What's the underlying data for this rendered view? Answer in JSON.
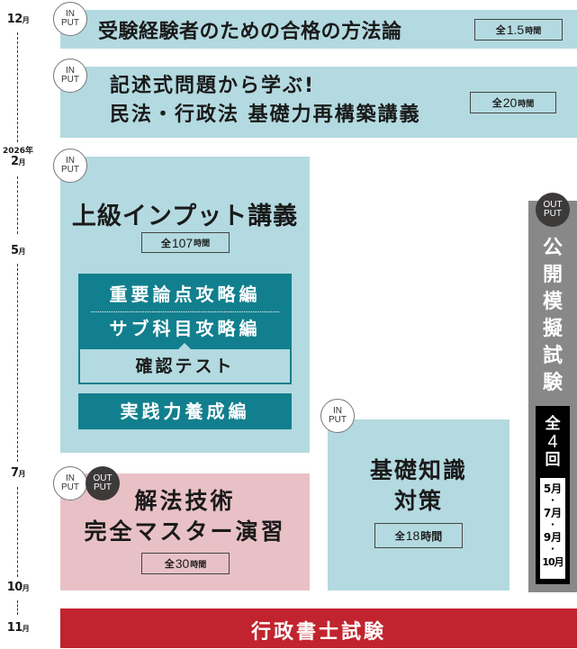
{
  "timeline": {
    "months": [
      {
        "label": "12",
        "unit": "月",
        "year": null
      },
      {
        "label": "2",
        "unit": "月",
        "year": "2026年"
      },
      {
        "label": "5",
        "unit": "月",
        "year": null
      },
      {
        "label": "7",
        "unit": "月",
        "year": null
      },
      {
        "label": "10",
        "unit": "月",
        "year": null
      },
      {
        "label": "11",
        "unit": "月",
        "year": null
      }
    ]
  },
  "badges": {
    "input": {
      "line1": "IN",
      "line2": "PUT"
    },
    "output": {
      "line1": "OUT",
      "line2": "PUT"
    }
  },
  "courses": {
    "experienced": {
      "title": "受験経験者のための合格の方法論",
      "hours_prefix": "全",
      "hours_value": "1.5",
      "hours_unit": "時間",
      "type": "INPUT"
    },
    "descriptive": {
      "title_line1": "記述式問題から学ぶ!",
      "title_line2": "民法・行政法 基礎力再構築講義",
      "hours_prefix": "全",
      "hours_value": "20",
      "hours_unit": "時間",
      "type": "INPUT"
    },
    "advanced_input": {
      "title": "上級インプット講義",
      "hours_prefix": "全",
      "hours_value": "107",
      "hours_unit": "時間",
      "type": "INPUT",
      "sections": {
        "important_points": "重要論点攻略編",
        "sub_subjects": "サブ科目攻略編",
        "confirmation_test": "確認テスト",
        "practical": "実践力養成編"
      }
    },
    "solution_techniques": {
      "title_line1": "解法技術",
      "title_line2": "完全マスター演習",
      "hours_prefix": "全",
      "hours_value": "30",
      "hours_unit": "時間",
      "type": "INPUT/OUTPUT"
    },
    "basic_knowledge": {
      "title_line1": "基礎知識",
      "title_line2": "対策",
      "hours_prefix": "全",
      "hours_value": "18",
      "hours_unit": "時間",
      "type": "INPUT"
    },
    "mock_exam": {
      "title_chars": [
        "公",
        "開",
        "模",
        "擬",
        "試",
        "験"
      ],
      "count_chars": [
        "全",
        "4",
        "回"
      ],
      "dates": [
        "5月",
        "・",
        "7月",
        "・",
        "9月",
        "・",
        "10月"
      ],
      "type": "OUTPUT"
    },
    "final_exam": {
      "title": "行政書士試験"
    }
  },
  "colors": {
    "input_box": "#b3dae0",
    "io_box": "#e8c1c6",
    "section_teal": "#127f8e",
    "exam_red": "#c1242e",
    "mock_gray": "#888888",
    "output_badge": "#3d3a3a"
  }
}
